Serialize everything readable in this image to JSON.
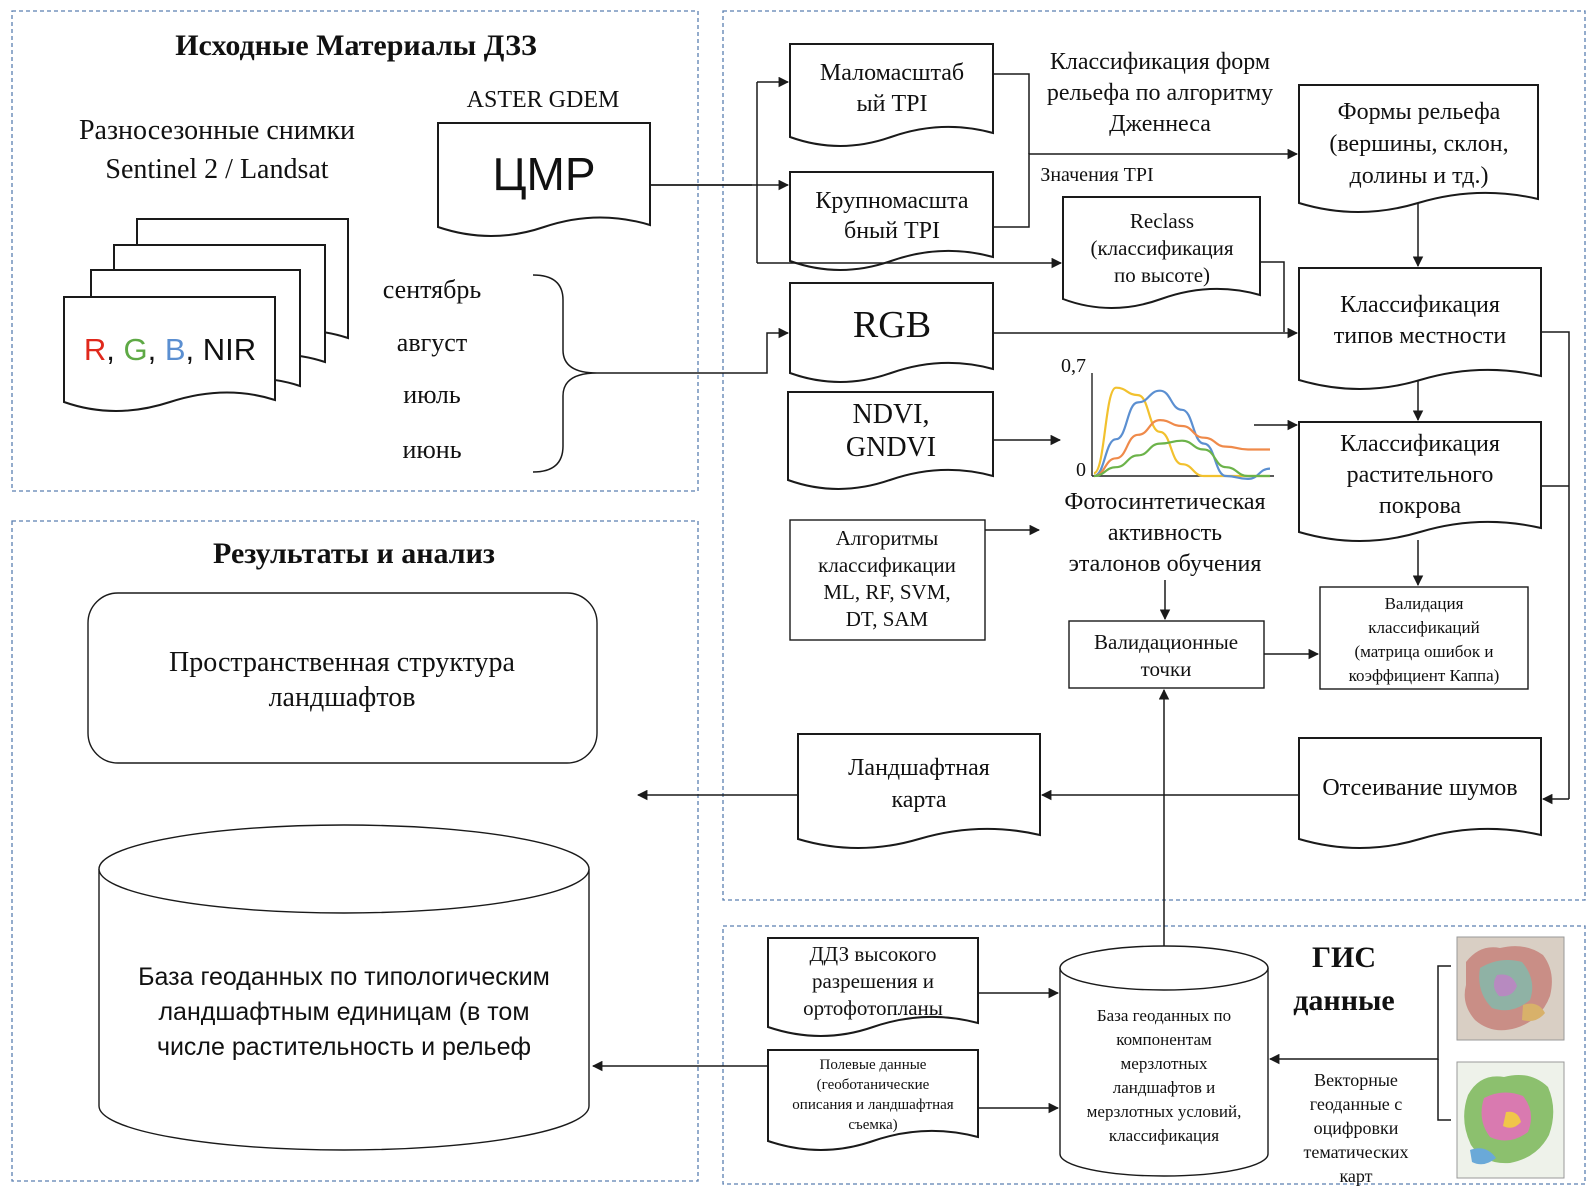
{
  "colors": {
    "red": "#e0281c",
    "green": "#5ea945",
    "blue": "#5b8fd1",
    "yellow": "#f2c12e",
    "orange": "#ef8a4a",
    "curve_green": "#6cb34a",
    "curve_blue": "#5b8fd1",
    "panel_border": "#5b7fb0"
  },
  "panels": {
    "source": {
      "title": "Исходные Материалы ДЗЗ"
    },
    "results": {
      "title": "Результаты и анализ"
    },
    "gis": {
      "title_line1": "ГИС",
      "title_line2": "данные"
    }
  },
  "source": {
    "aster_label": "ASTER  GDEM",
    "cmr_label": "ЦМР",
    "images_line1": "Разносезонные снимки",
    "images_line2": "Sentinel 2 / Landsat",
    "bands": {
      "r": "R",
      "g": "G",
      "b": "B",
      "nir": "NIR",
      "sep": ", "
    },
    "months": [
      "сентябрь",
      "август",
      "июль",
      "июнь"
    ]
  },
  "processing": {
    "small_tpi": [
      "Маломасштаб",
      "ый TPI"
    ],
    "large_tpi": [
      "Крупномасшта",
      "бный TPI"
    ],
    "jenness_label": [
      "Классификация  форм",
      "рельефа  по алгоритму",
      "Дженнеса"
    ],
    "tpi_values_label": "Значения TPI",
    "reclass": [
      "Reclass",
      "(классификация",
      "по высоте)"
    ],
    "relief_forms": [
      "Формы рельефа",
      "(вершины,  склон,",
      "долины  и тд.)"
    ],
    "rgb": "RGB",
    "ndvi": [
      "NDVI,",
      "GNDVI"
    ],
    "terrain_class": [
      "Классификация",
      "типов местности"
    ],
    "veg_class": [
      "Классификация",
      "растительного",
      "покрова"
    ],
    "algorithms": [
      "Алгоритмы",
      "классификации",
      "ML, RF, SVM,",
      "DT, SAM"
    ],
    "photosynthesis": [
      "Фотосинтетическая",
      "активность",
      "эталонов  обучения"
    ],
    "validation_points": [
      "Валидационные",
      "точки"
    ],
    "validation_class": [
      "Валидация",
      "классификаций",
      "(матрица ошибок и",
      "коэффициент  Каппа)"
    ],
    "landscape_map": [
      "Ландшафтная",
      "карта"
    ],
    "noise_filter": "Отсеивание  шумов"
  },
  "chart_data": {
    "type": "line",
    "y_tick_labels": [
      "0,7",
      "0"
    ],
    "ylim": [
      0,
      0.7
    ],
    "series": [
      {
        "color": "#f2c12e",
        "x": [
          0,
          1,
          2,
          3,
          4,
          5,
          6,
          7,
          8
        ],
        "values": [
          0.02,
          0.6,
          0.55,
          0.3,
          0.08,
          0.0,
          0.0,
          0.0,
          0.0
        ]
      },
      {
        "color": "#5b8fd1",
        "x": [
          0,
          1,
          2,
          3,
          4,
          5,
          6,
          7,
          8
        ],
        "values": [
          0.0,
          0.25,
          0.5,
          0.58,
          0.45,
          0.22,
          0.0,
          -0.02,
          0.05
        ]
      },
      {
        "color": "#ef8a4a",
        "x": [
          0,
          1,
          2,
          3,
          4,
          5,
          6,
          7,
          8
        ],
        "values": [
          0.0,
          0.12,
          0.28,
          0.38,
          0.34,
          0.26,
          0.2,
          0.18,
          0.18
        ]
      },
      {
        "color": "#6cb34a",
        "x": [
          0,
          1,
          2,
          3,
          4,
          5,
          6,
          7,
          8
        ],
        "values": [
          0.0,
          0.06,
          0.14,
          0.22,
          0.24,
          0.18,
          0.06,
          0.0,
          0.0
        ]
      }
    ]
  },
  "results": {
    "spatial_structure": [
      "Пространственная структура",
      "ландшафтов"
    ],
    "geodatabase": [
      "База геоданных по типологическим",
      "ландшафтным единицам  (в том",
      "числе растительность и рельеф"
    ]
  },
  "gis": {
    "high_res": [
      "ДДЗ высокого",
      "разрешения и",
      "ортофотопланы"
    ],
    "field_data": [
      "Полевые данные",
      "(геоботанические",
      "описания и ландшафтная",
      "съемка)"
    ],
    "permafrost_db": [
      "База геоданных по",
      "компонентам",
      "мерзлотных",
      "ландшафтов  и",
      "мерзлотных условий,",
      "классификация"
    ],
    "vector_data": [
      "Векторные",
      "геоданные с",
      "оцифровки",
      "тематических",
      "карт"
    ]
  }
}
